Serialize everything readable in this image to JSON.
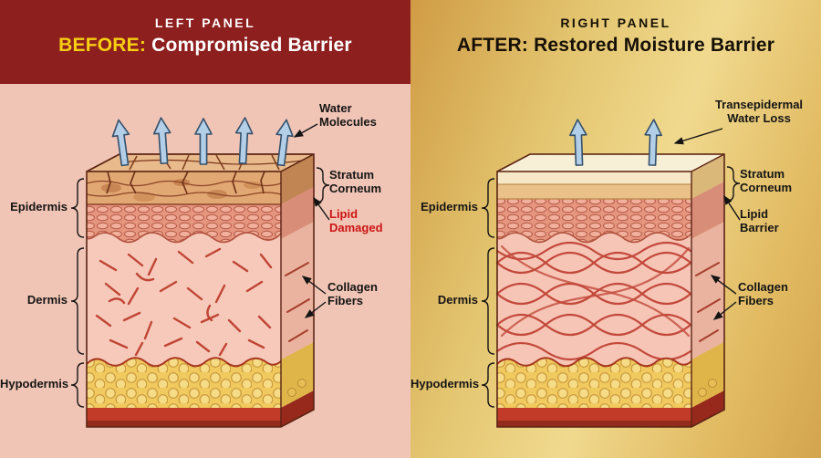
{
  "panels": {
    "left": {
      "kicker": "LEFT PANEL",
      "title_emph": "BEFORE:",
      "title_rest": " Compromised Barrier",
      "labels": {
        "top_annotation": "Water Molecules",
        "stratum_corneum": "Stratum Corneum",
        "lipid": "Lipid Damaged",
        "epidermis": "Epidermis",
        "collagen": "Collagen Fibers",
        "dermis": "Dermis",
        "hypodermis": "Hypodermis"
      }
    },
    "right": {
      "kicker": "RIGHT PANEL",
      "title_emph": "AFTER:",
      "title_rest": " Restored Moisture Barrier",
      "labels": {
        "top_annotation": "Transepidermal Water Loss",
        "stratum_corneum": "Stratum Corneum",
        "lipid": "Lipid Barrier",
        "epidermis": "Epidermis",
        "collagen": "Collagen Fibers",
        "dermis": "Dermis",
        "hypodermis": "Hypodermis"
      }
    }
  },
  "colors": {
    "left_header_bg": "#8e1f1f",
    "left_panel_bg": "#f1c5b5",
    "right_panel_gold_dark": "#d09c45",
    "right_panel_gold_light": "#f0d98e",
    "before_accent_yellow": "#f6cf12",
    "lipid_damaged_text": "#cc1414",
    "water_arrow_fill": "#b3cfe8",
    "stratum_tan": "#e2a873",
    "epidermis_pink": "#f0a58f",
    "dermis_pink": "#f7c9bb",
    "collagen_red": "#c04534",
    "hypodermis_yellow": "#f0ca5e",
    "base_red": "#c23b28"
  }
}
